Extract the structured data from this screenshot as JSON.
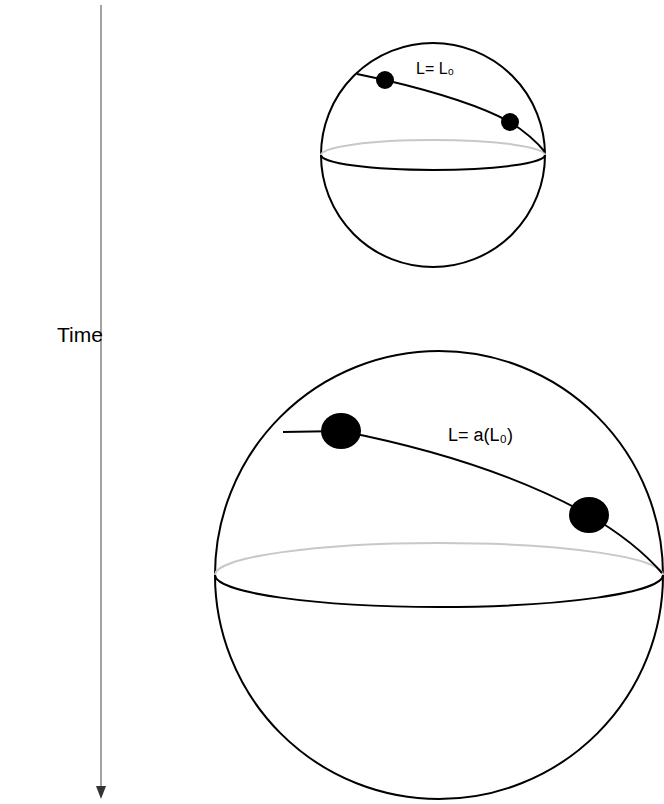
{
  "diagram": {
    "labels": [
      "Time",
      "L= L₀",
      "L= a(L₀)"
    ]
  }
}
